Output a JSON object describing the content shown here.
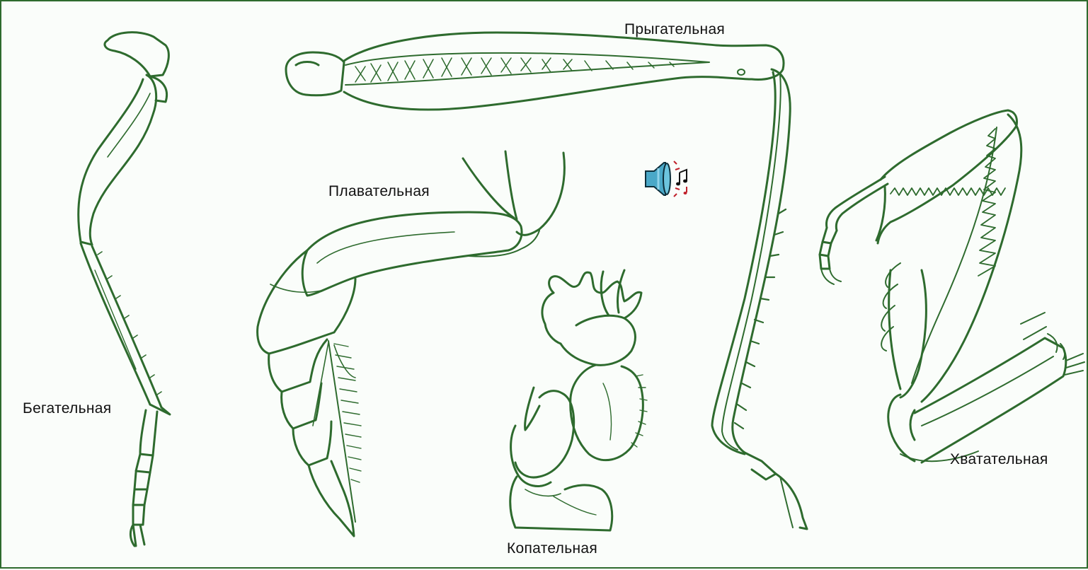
{
  "labels": {
    "jumping": "Прыгательная",
    "swimming": "Плавательная",
    "running": "Бегательная",
    "digging": "Копательная",
    "grasping": "Хватательная"
  },
  "icons": {
    "sound": "speaker-icon"
  },
  "colors": {
    "line": "#2e6b2e",
    "frame": "#2e6b2e",
    "background": "#fafdfa",
    "speaker_body": "#4aa8c8",
    "notes": "#c0202a"
  }
}
